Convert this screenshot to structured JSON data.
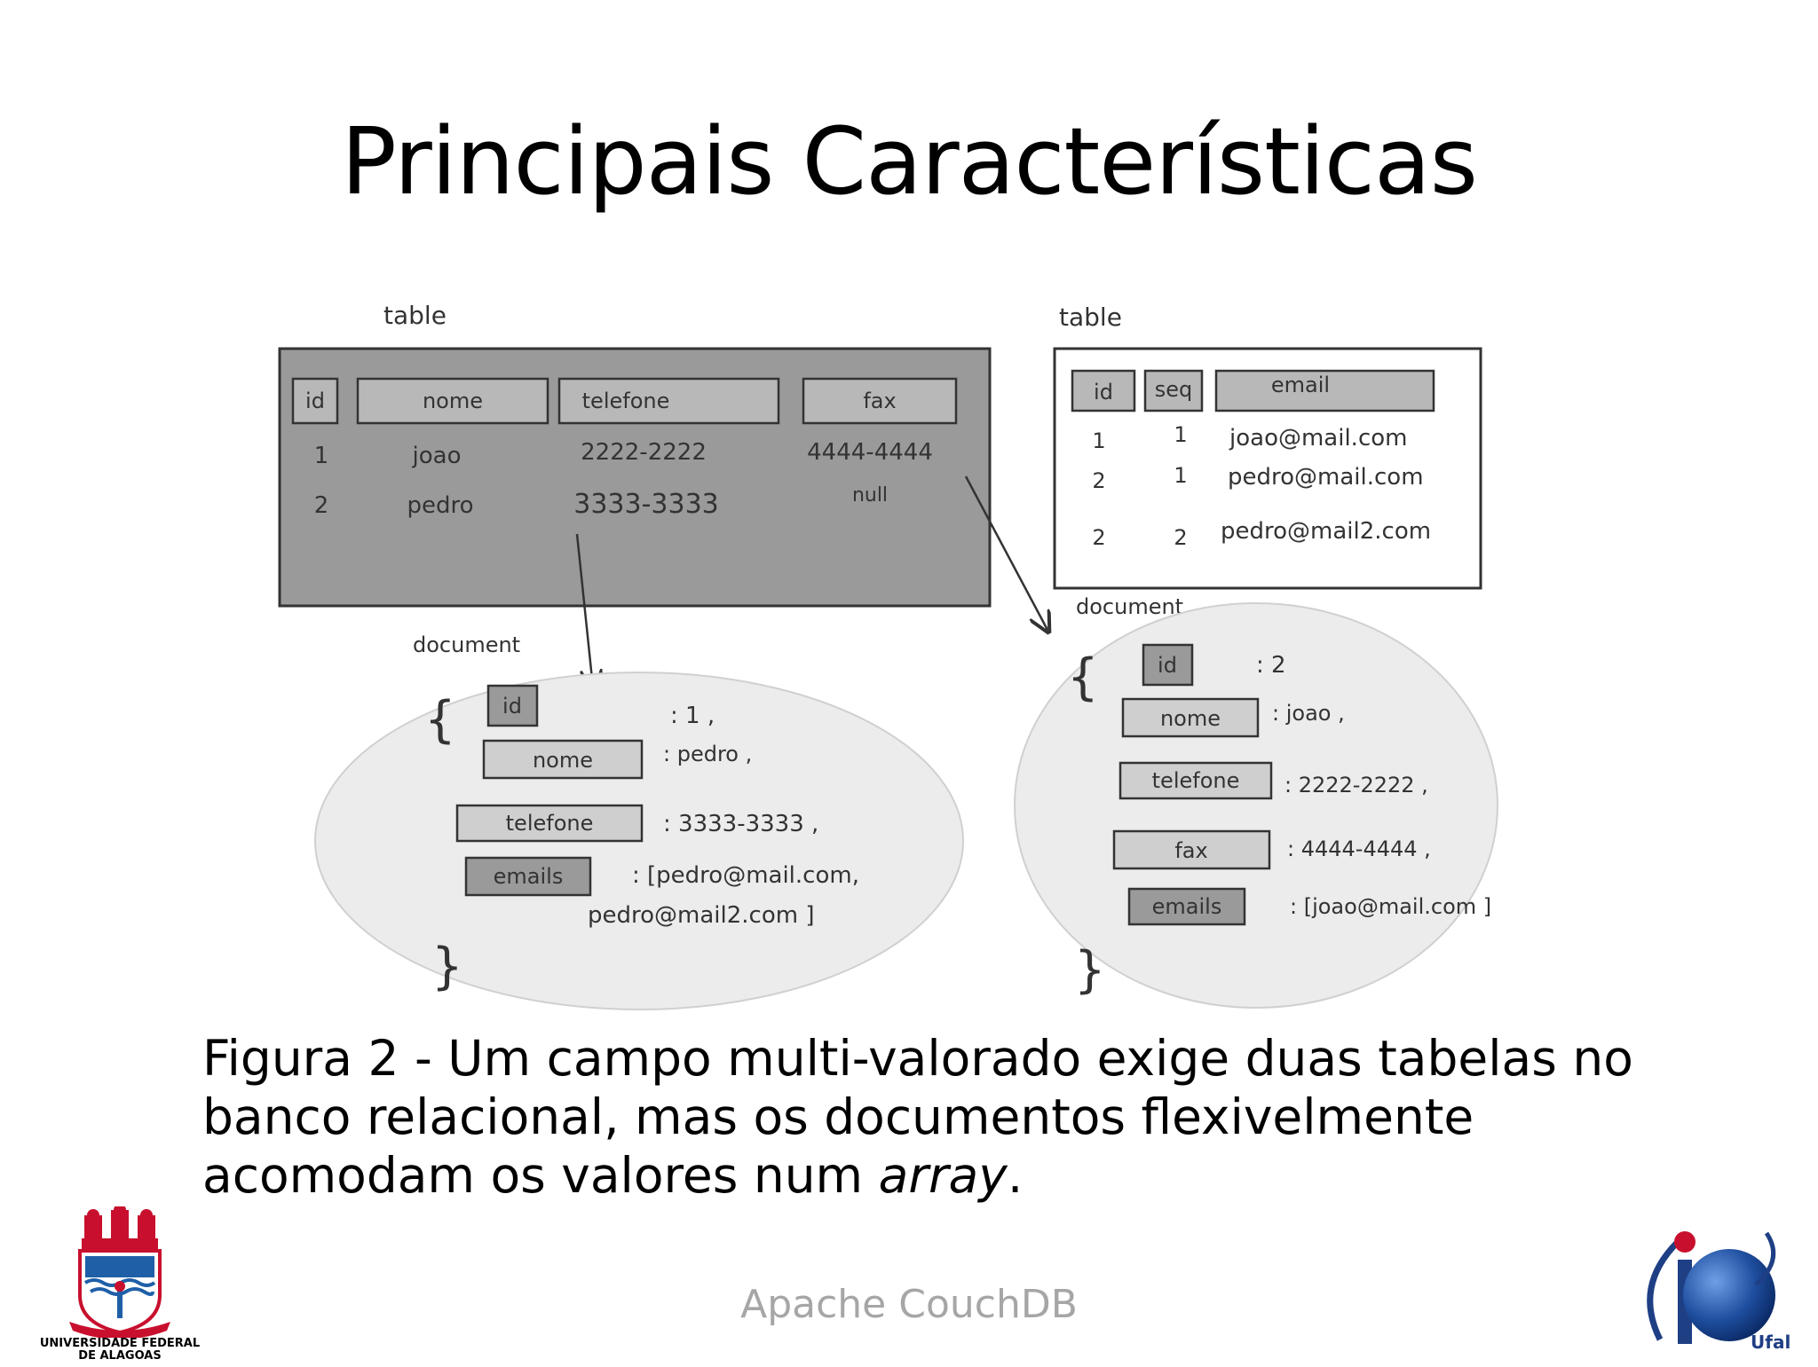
{
  "slide": {
    "title": "Principais Características",
    "footer": "Apache CouchDB"
  },
  "caption": {
    "line1": "Figura 2 - Um campo multi-valorado exige duas tabelas no",
    "line2": "banco relacional, mas os documentos flexivelmente",
    "line3_start": "acomodam os valores num ",
    "line3_italic": "array",
    "line3_end": "."
  },
  "diagram": {
    "table1": {
      "label": "table",
      "headers": [
        "id",
        "nome",
        "telefone",
        "fax"
      ],
      "rows": [
        [
          "1",
          "joao",
          "2222-2222",
          "4444-4444"
        ],
        [
          "2",
          "pedro",
          "3333-3333",
          "null"
        ]
      ]
    },
    "table2": {
      "label": "table",
      "headers": [
        "id",
        "seq",
        "email"
      ],
      "rows": [
        [
          "1",
          "1",
          "joao@mail.com"
        ],
        [
          "2",
          "1",
          "pedro@mail.com"
        ],
        [
          "2",
          "2",
          "pedro@mail2.com"
        ]
      ]
    },
    "doc1": {
      "label": "document",
      "open_brace": "{",
      "close_brace": "}",
      "fields": [
        {
          "key": "id",
          "value": ": 1 ,"
        },
        {
          "key": "nome",
          "value": ": pedro ,"
        },
        {
          "key": "telefone",
          "value": ": 3333-3333 ,"
        },
        {
          "key": "emails",
          "value": ": [pedro@mail.com,"
        }
      ],
      "continuation": "pedro@mail2.com ]"
    },
    "doc2": {
      "label": "document",
      "open_brace": "{",
      "close_brace": "}",
      "fields": [
        {
          "key": "id",
          "value": ": 2"
        },
        {
          "key": "nome",
          "value": ": joao ,"
        },
        {
          "key": "telefone",
          "value": ": 2222-2222 ,"
        },
        {
          "key": "fax",
          "value": ": 4444-4444 ,"
        },
        {
          "key": "emails",
          "value": ": [joao@mail.com ]"
        }
      ]
    }
  },
  "logos": {
    "left_line1": "UNIVERSIDADE FEDERAL",
    "left_line2": "DE ALAGOAS",
    "right_text": "Ufal"
  },
  "colors": {
    "table_fill": "#9a9a9a",
    "header_fill": "#b8b8b8",
    "doc_fill": "#ececec",
    "ink": "#333333",
    "footer_text": "#a6a6a6"
  }
}
